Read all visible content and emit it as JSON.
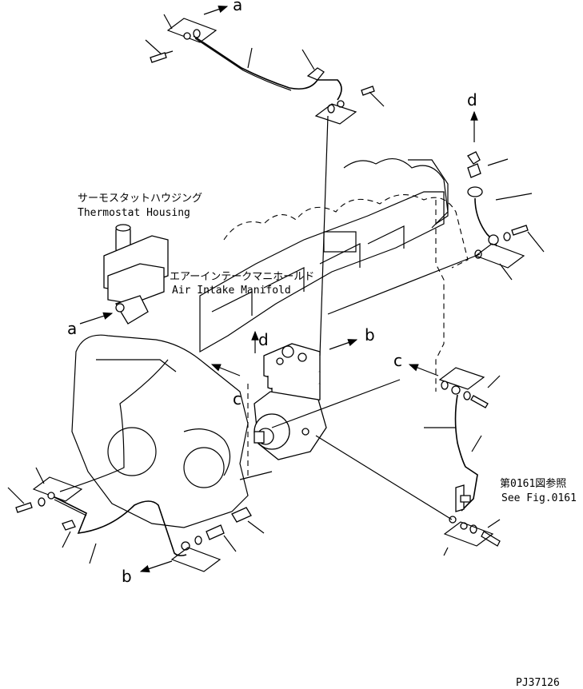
{
  "labels": {
    "thermostat_jp": "サーモスタットハウジング",
    "thermostat_en": "Thermostat Housing",
    "manifold_jp": "エアーインテークマニホールド",
    "manifold_en": "Air Intake Manifold",
    "see_fig_jp": "第0161図参照",
    "see_fig_en": "See Fig.0161",
    "drawing_code": "PJ37126"
  },
  "connection_letters": {
    "a_top": "a",
    "a_left": "a",
    "b_right": "b",
    "b_bottom": "b",
    "c_right": "c",
    "c_left": "c",
    "d_top": "d",
    "d_center": "d"
  }
}
